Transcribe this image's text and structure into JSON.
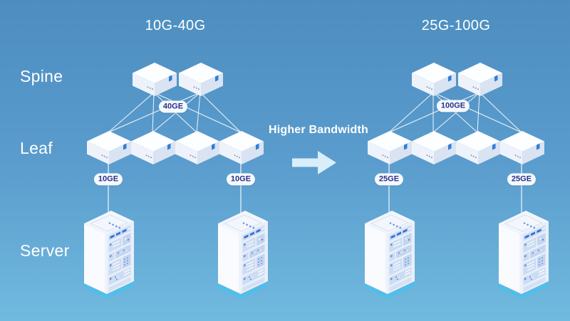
{
  "legend": {
    "spine": "Spine",
    "leaf": "Leaf",
    "server": "Server"
  },
  "diagrams": {
    "left": {
      "title": "10G-40G",
      "spine_leaf_speed": "40GE",
      "leaf_server_speed": "10GE"
    },
    "right": {
      "title": "25G-100G",
      "spine_leaf_speed": "100GE",
      "leaf_server_speed": "25GE"
    }
  },
  "transition": {
    "label": "Higher Bandwidth",
    "icon": "arrow-right-icon"
  },
  "colors": {
    "background_top": "#4d8dc0",
    "background_bottom": "#71badf",
    "link_line": "#ffffff",
    "badge_background": "#f4f9fe",
    "badge_text": "#2b2f86",
    "arrow_fill": "#d8eefb",
    "device_port_blue": "#2e7fd9",
    "server_glow_cyan": "#3ec6f2"
  }
}
